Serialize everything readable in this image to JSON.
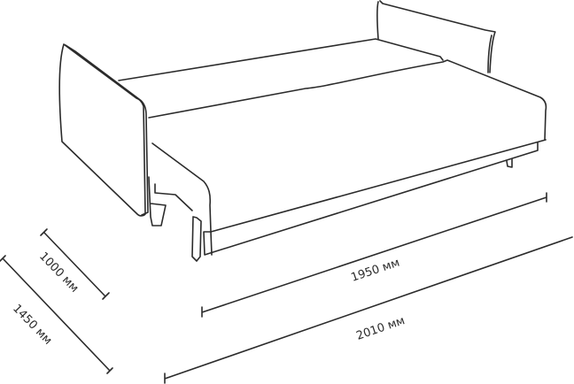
{
  "dimensions": {
    "depth_seat": "1000 мм",
    "depth_unfolded": "1450 мм",
    "width_sleeping": "1950 мм",
    "width_total": "2010 мм"
  },
  "colors": {
    "line": "#2b2b2b",
    "background": "#ffffff"
  }
}
